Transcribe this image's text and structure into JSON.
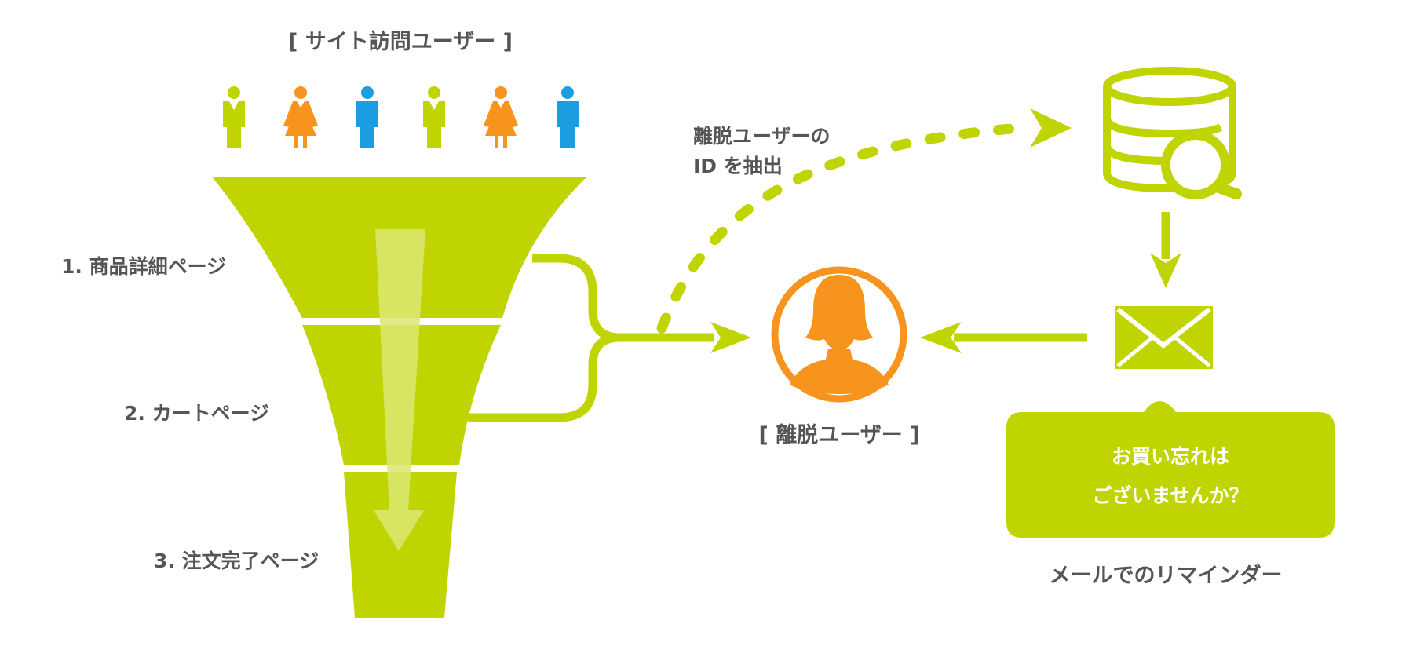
{
  "title": "[ サイト訪問ユーザー ]",
  "colors": {
    "lime": "#bfd400",
    "lime_light": "#dbe873",
    "orange": "#f7941d",
    "blue": "#1a9ee1",
    "text": "#555555"
  },
  "visitors": [
    {
      "icon": "male-user-icon",
      "color": "lime"
    },
    {
      "icon": "female-user-icon",
      "color": "orange"
    },
    {
      "icon": "male-user-icon",
      "color": "blue"
    },
    {
      "icon": "male-user-icon",
      "color": "lime"
    },
    {
      "icon": "female-user-icon",
      "color": "orange"
    },
    {
      "icon": "male-user-icon",
      "color": "blue"
    }
  ],
  "funnel": {
    "stages": [
      {
        "label": "1. 商品詳細ページ"
      },
      {
        "label": "2. カートページ"
      },
      {
        "label": "3. 注文完了ページ"
      }
    ]
  },
  "extract": {
    "line1": "離脱ユーザーの",
    "line2": "ID を抽出"
  },
  "abandoned_user": {
    "label": "[ 離脱ユーザー ]",
    "icon": "female-avatar-icon"
  },
  "database": {
    "icon": "database-search-icon"
  },
  "mail": {
    "icon": "envelope-icon"
  },
  "bubble": {
    "line1": "お買い忘れは",
    "line2": "ございませんか？"
  },
  "reminder_caption": "メールでのリマインダー"
}
